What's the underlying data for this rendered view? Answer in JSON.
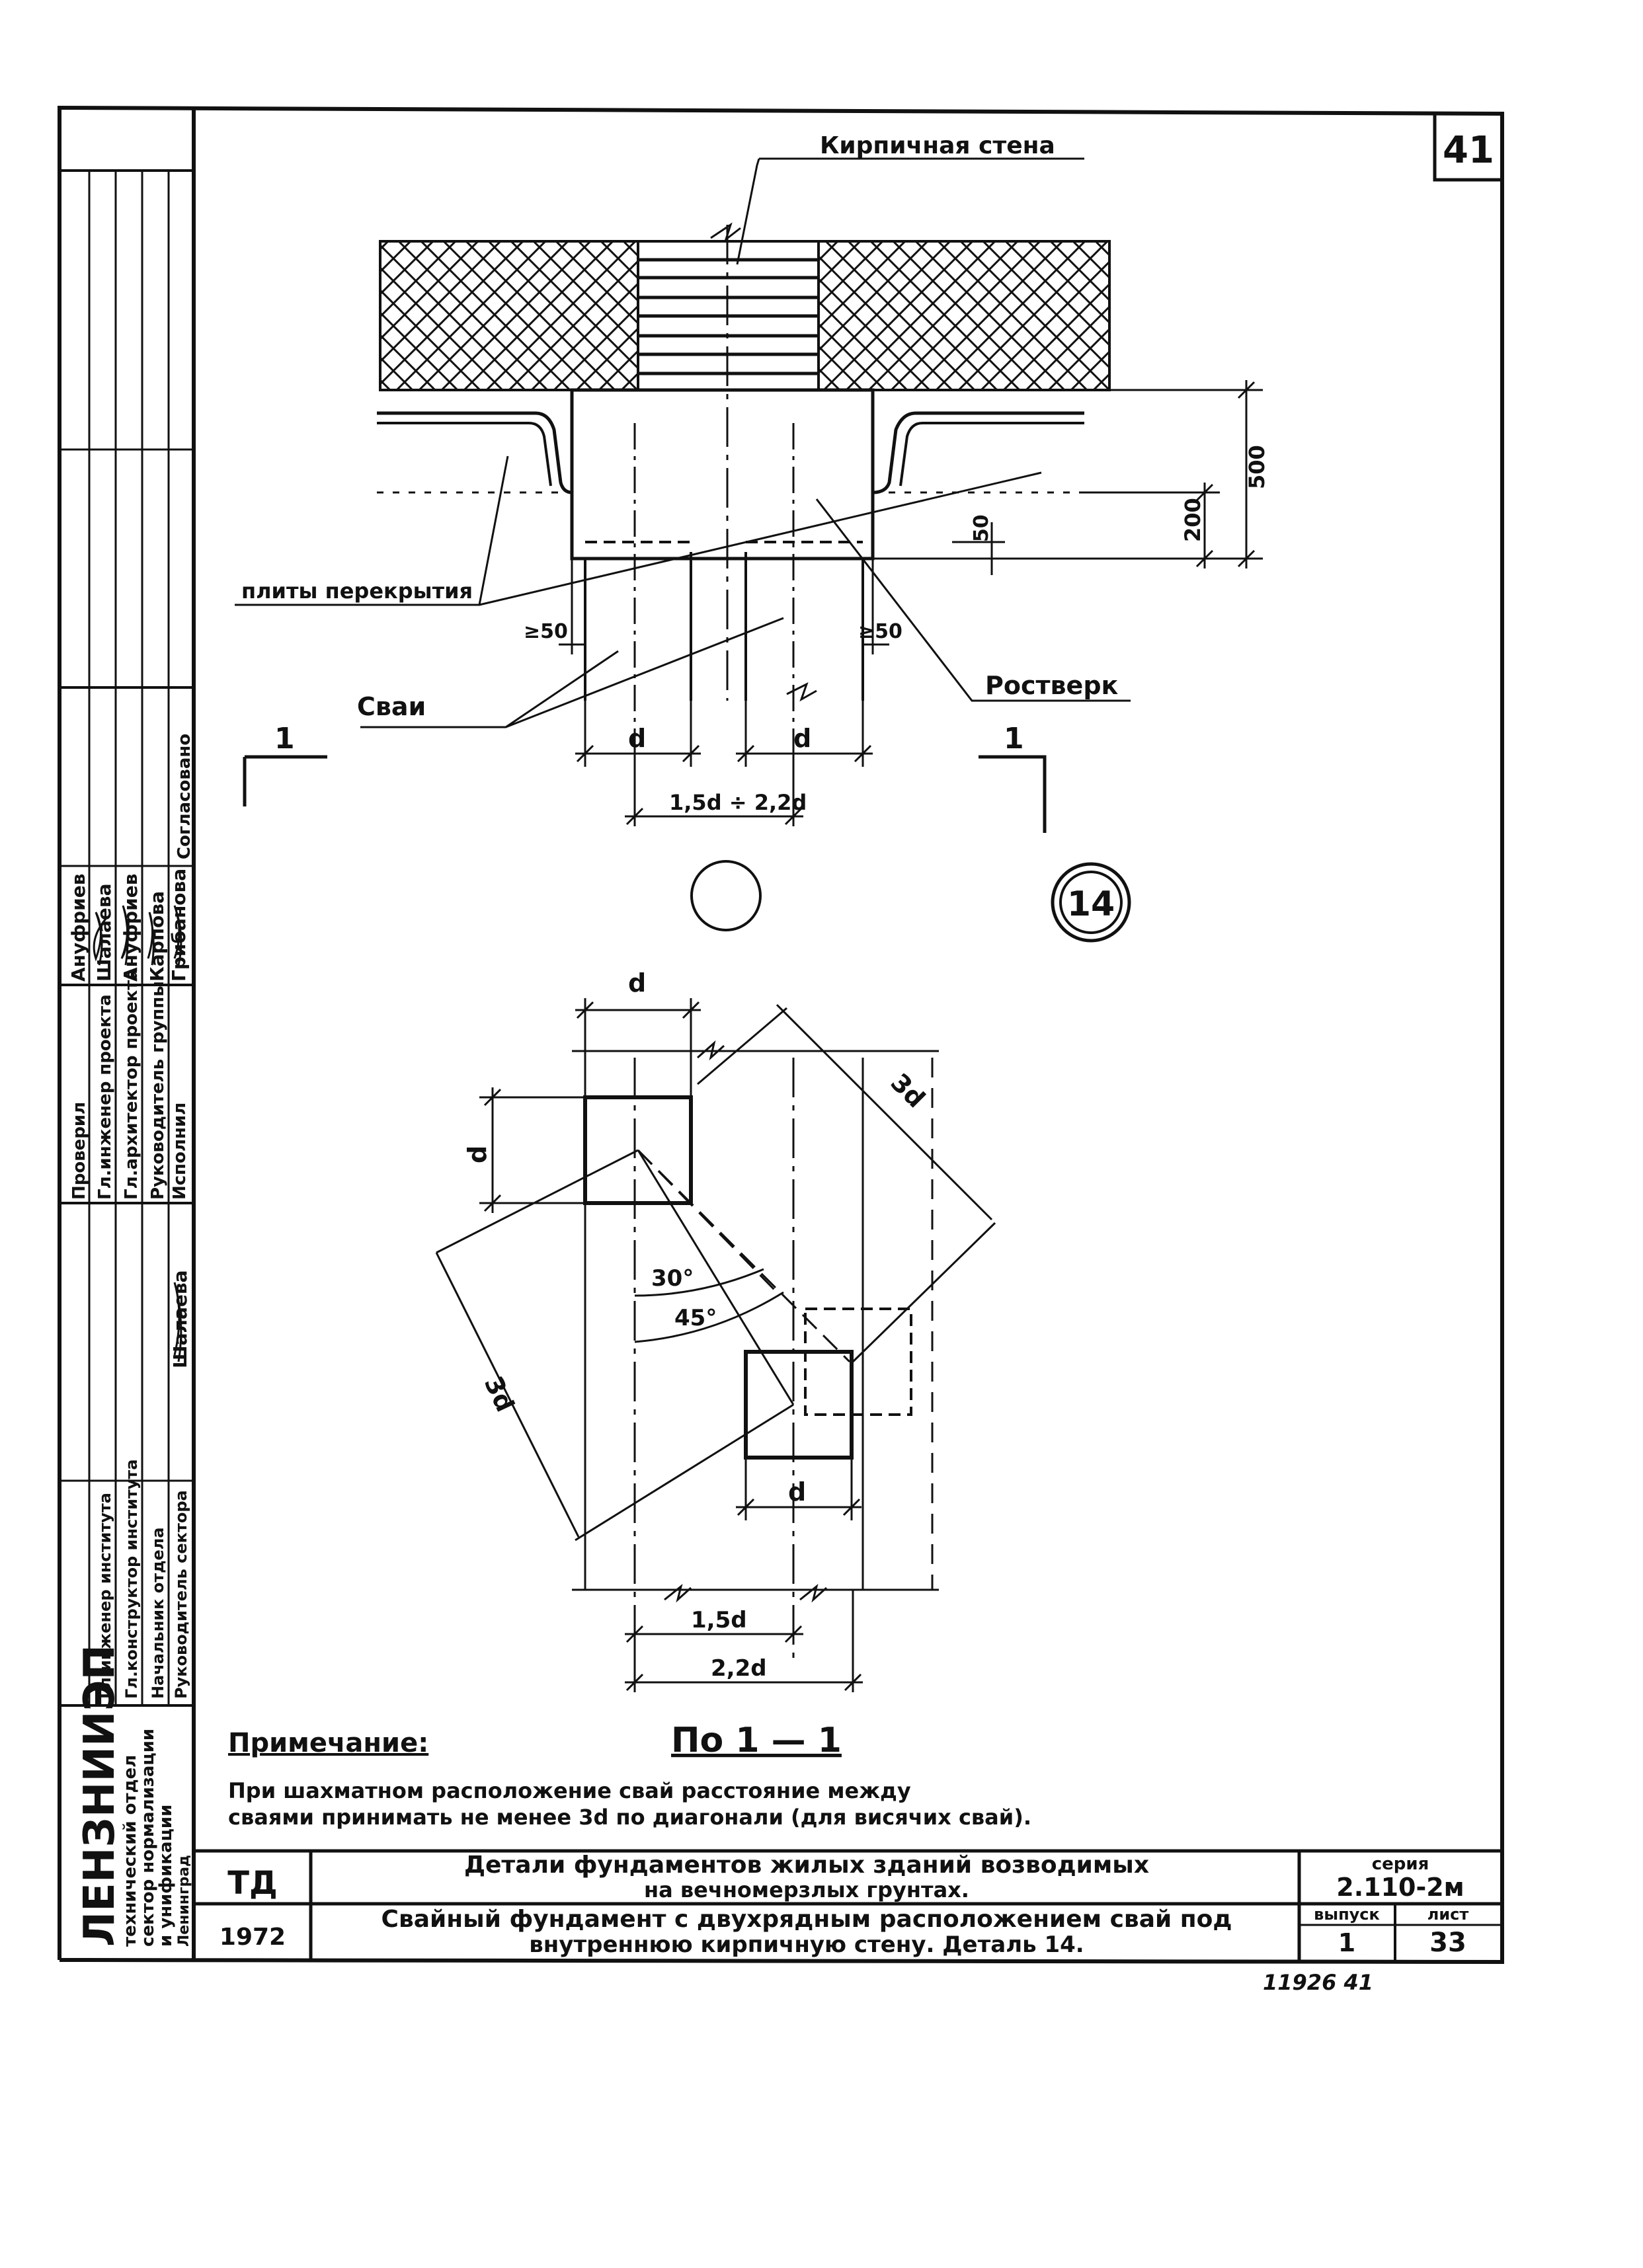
{
  "sheet": {
    "sheet_number": "41"
  },
  "drawing": {
    "labels": {
      "brick_wall": "Кирпичная стена",
      "floor_slabs": "плиты перекрытия",
      "piles": "Сваи",
      "pile_cap": "Ростверк"
    },
    "dims": {
      "h500": "500",
      "h200": "200",
      "h50": "50",
      "min50_left": "≥50",
      "min50_right": "≥50",
      "d_left": "d",
      "d_right": "d",
      "spacing": "1,5d ÷ 2,2d",
      "plan_d_top": "d",
      "plan_d_left": "d",
      "plan_3d_right": "3d",
      "plan_3d_left": "3d",
      "angle30": "30°",
      "angle45": "45°",
      "plan_d_bottom": "d",
      "dim15d": "1,5d",
      "dim22d": "2,2d"
    },
    "section_mark": "1",
    "detail_number": "14",
    "section_title": "По 1 — 1"
  },
  "note": {
    "heading": "Примечание:",
    "line1": "При шахматном расположение свай расстояние между",
    "line2": "сваями принимать не менее 3d по диагонали (для висячих свай)."
  },
  "title_block": {
    "code": "ТД",
    "year": "1972",
    "title1": "Детали фундаментов жилых зданий возводимых",
    "title2": "на вечномерзлых грунтах.",
    "subtitle1": "Свайный фундамент с двухрядным расположением свай под",
    "subtitle2": "внутреннюю кирпичную стену. Деталь 14.",
    "series_label": "серия",
    "series_value": "2.110-2м",
    "issue_label": "выпуск",
    "issue_value": "1",
    "sheet_label": "лист",
    "sheet_value": "33",
    "archive": "11926 41"
  },
  "side_stamp": {
    "org1": "ЛЕНЗНИИЭП",
    "org2": "технический отдел",
    "org3": "сектор нормализации",
    "org4": "и унификации",
    "org5": "Ленинград",
    "approval": "Согласовано",
    "roles": [
      "Гл.инженер проекта",
      "Гл.архитектор проекта",
      "Руководитель группы",
      "Исполнил",
      "Проверил"
    ],
    "names": [
      "Шалаева",
      "Ануфриев",
      "Карпова",
      "Грибанова",
      "Ануфриев"
    ],
    "roles2": [
      "Гл.инженер института",
      "Гл.конструктор института",
      "Начальник отдела",
      "Руководитель сектора"
    ],
    "name2": "Шалаева"
  }
}
